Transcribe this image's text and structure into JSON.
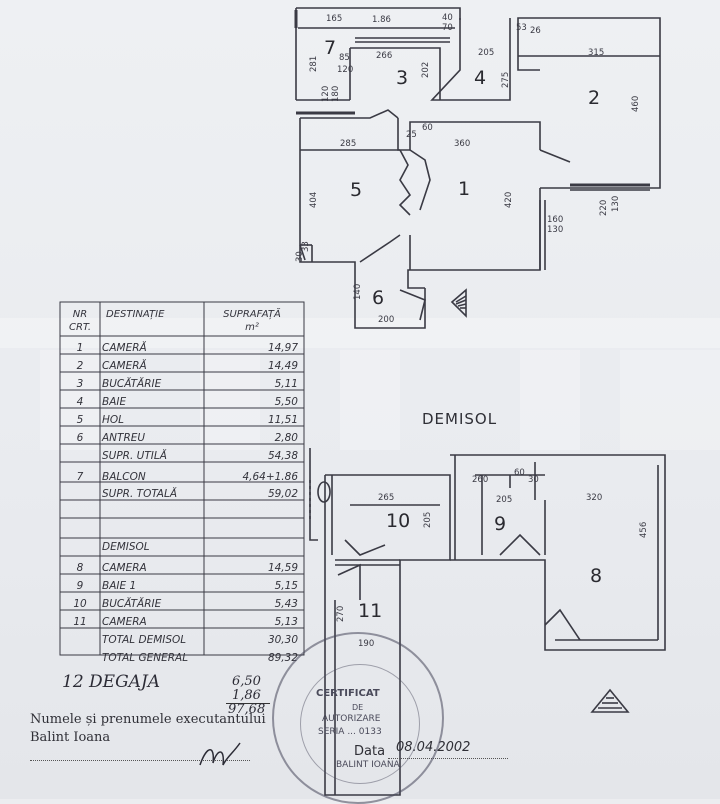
{
  "plan": {
    "dims": {
      "d165": "165",
      "d186": "1.86",
      "d40": "40",
      "d70": "70",
      "d53": "53",
      "d26": "26",
      "d281": "281",
      "d85": "85",
      "d120a": "120",
      "d266": "266",
      "d202": "202",
      "d205": "205",
      "d275": "275",
      "d315": "315",
      "d460": "460",
      "d120b": "120",
      "d180": "180",
      "d285": "285",
      "d25": "25",
      "d60": "60",
      "d360": "360",
      "d404": "404",
      "d420": "420",
      "d220": "220",
      "d130a": "130",
      "d160": "160",
      "d130b": "130",
      "d30": "30",
      "d33": "33",
      "d140": "140",
      "d200": "200",
      "d265": "265",
      "d205b": "205",
      "d260": "260",
      "d205c": "205",
      "d60b": "60",
      "d30b": "30",
      "d320": "320",
      "d456": "456",
      "d270": "270",
      "d190": "190"
    },
    "rooms": {
      "r1": "1",
      "r2": "2",
      "r3": "3",
      "r4": "4",
      "r5": "5",
      "r6": "6",
      "r7": "7",
      "r8": "8",
      "r9": "9",
      "r10": "10",
      "r11": "11"
    },
    "demisol_label": "DEMISOL"
  },
  "table": {
    "header": {
      "nr": "NR",
      "crt": "CRT.",
      "destinatie": "DESTINAȚIE",
      "suprafata": "SUPRAFAȚĂ",
      "unit": "m²"
    },
    "rows": [
      {
        "nr": "1",
        "name": "CAMERĂ",
        "area": "14,97"
      },
      {
        "nr": "2",
        "name": "CAMERĂ",
        "area": "14,49"
      },
      {
        "nr": "3",
        "name": "BUCĂTĂRIE",
        "area": "5,11"
      },
      {
        "nr": "4",
        "name": "BAIE",
        "area": "5,50"
      },
      {
        "nr": "5",
        "name": "HOL",
        "area": "11,51"
      },
      {
        "nr": "6",
        "name": "ANTREU",
        "area": "2,80"
      },
      {
        "nr": "",
        "name": "SUPR. UTILĂ",
        "area": "54,38"
      },
      {
        "nr": "7",
        "name": "BALCON",
        "area": "4,64+1.86"
      },
      {
        "nr": "",
        "name": "SUPR. TOTALĂ",
        "area": "59,02"
      },
      {
        "nr": "",
        "name": "DEMISOL",
        "area": ""
      },
      {
        "nr": "8",
        "name": "CAMERA",
        "area": "14,59"
      },
      {
        "nr": "9",
        "name": "BAIE 1",
        "area": "5,15"
      },
      {
        "nr": "10",
        "name": "BUCĂTĂRIE",
        "area": "5,43"
      },
      {
        "nr": "11",
        "name": "CAMERA",
        "area": "5,13"
      },
      {
        "nr": "",
        "name": "TOTAL DEMISOL",
        "area": "30,30"
      },
      {
        "nr": "",
        "name": "TOTAL GENERAL",
        "area": "89,32"
      }
    ]
  },
  "notes": {
    "degaja": "12 DEGAJA",
    "sum1": "6,50",
    "sum2": "1,86",
    "sum3": "97,68",
    "executant_label": "Numele și prenumele executantului",
    "executant_name": "Balint Ioana",
    "data_label": "Data",
    "data_value": "08.04.2002"
  },
  "stamp": {
    "title": "CERTIFICAT",
    "line1": "DE",
    "line2": "AUTORIZARE",
    "line3": "SERIA ... 0133",
    "name": "BALINT IOANA"
  }
}
